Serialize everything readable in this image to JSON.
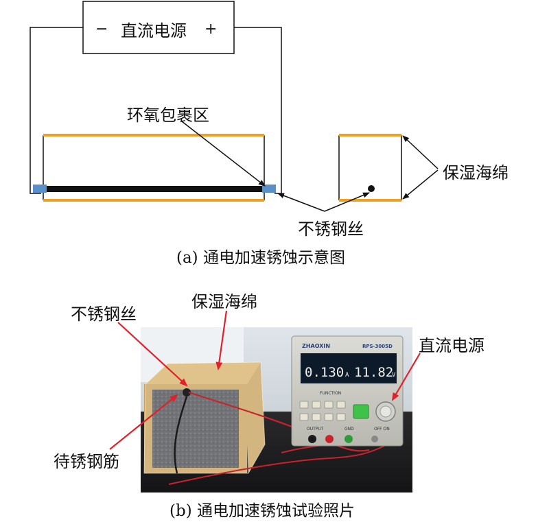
{
  "diagram_a": {
    "power_supply_label": "直流电源",
    "minus_sign": "−",
    "plus_sign": "+",
    "epoxy_label": "环氧包裹区",
    "sponge_label": "保湿海绵",
    "wire_label": "不锈钢丝",
    "caption": "(a) 通电加速锈蚀示意图",
    "colors": {
      "sponge": "#f0a020",
      "epoxy": "#5b8fc9",
      "rebar": "#111111"
    }
  },
  "photo_b": {
    "wire_label": "不锈钢丝",
    "sponge_label": "保湿海绵",
    "psu_label": "直流电源",
    "rebar_label": "待锈钢筋",
    "caption": "(b) 通电加速锈蚀试验照片",
    "psu": {
      "brand": "ZHAOXIN",
      "model": "RPS-3005D",
      "current_display": "0.130",
      "current_unit": "A",
      "voltage_display": "11.82",
      "voltage_unit": "V",
      "function_label": "FUNCTION",
      "output_label": "OUTPUT",
      "gnd_label": "GND",
      "off_on_label": "OFF ON"
    },
    "colors": {
      "arrow": "#e0202a",
      "display_digits": "#f2f2f2",
      "lead_wire": "#c8232c"
    }
  }
}
